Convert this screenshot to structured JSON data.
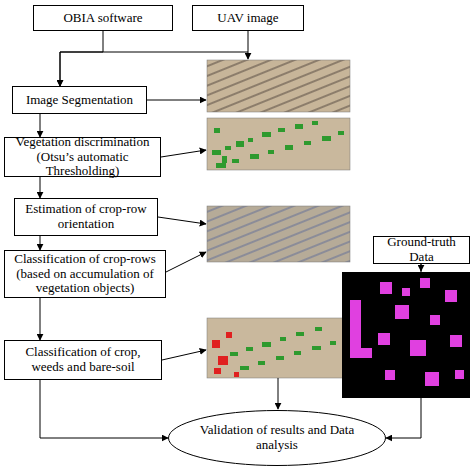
{
  "diagram": {
    "nodes": [
      {
        "text": [
          "OBIA software"
        ]
      },
      {
        "text": [
          "UAV image"
        ]
      },
      {
        "text": [
          "Image Segmentation"
        ]
      },
      {
        "text": [
          "Vegetation discrimination (Otsu’s automatic Thresholding)"
        ]
      },
      {
        "text": [
          "Estimation of crop-row orientation"
        ]
      },
      {
        "text": [
          "Classification of crop-rows (based on accumulation of vegetation objects)"
        ]
      },
      {
        "text": [
          "Classification of crop, weeds and bare-soil"
        ]
      },
      {
        "text": [
          "Ground-truth Data"
        ]
      },
      {
        "text": [
          "Validation of results and Data analysis"
        ]
      }
    ],
    "edges": [
      {
        "from": 0,
        "to": 2,
        "arrow": "to"
      },
      {
        "from": 1,
        "to": 2,
        "arrow": "to"
      },
      {
        "from": 2,
        "to": 3,
        "arrow": "to"
      },
      {
        "from": 3,
        "to": 4,
        "arrow": "to"
      },
      {
        "from": 4,
        "to": 5,
        "arrow": "to"
      },
      {
        "from": 5,
        "to": 6,
        "arrow": "to"
      },
      {
        "from": 6,
        "to": 8,
        "arrow": "to"
      },
      {
        "from": 7,
        "to": 8,
        "arrow": "to"
      }
    ]
  }
}
